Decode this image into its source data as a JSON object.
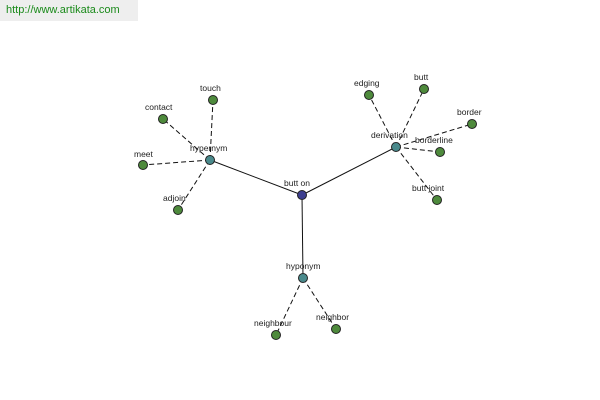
{
  "header": {
    "source_url": "http://www.artikata.com"
  },
  "colors": {
    "root_node": "#3d3f8f",
    "relation_node": "#4a8a8c",
    "leaf_node": "#4e8a3c",
    "edge": "#111111",
    "link_text": "#1a8a1a"
  },
  "graph": {
    "root": {
      "id": "root",
      "label": "butt on"
    },
    "relations": [
      {
        "id": "rel-hypernym",
        "label": "hypernym"
      },
      {
        "id": "rel-derivation",
        "label": "derivation"
      },
      {
        "id": "rel-hyponym",
        "label": "hyponym"
      }
    ],
    "leaves": [
      {
        "id": "leaf-touch",
        "label": "touch",
        "relation": "rel-hypernym"
      },
      {
        "id": "leaf-contact",
        "label": "contact",
        "relation": "rel-hypernym"
      },
      {
        "id": "leaf-meet",
        "label": "meet",
        "relation": "rel-hypernym"
      },
      {
        "id": "leaf-adjoin",
        "label": "adjoin",
        "relation": "rel-hypernym"
      },
      {
        "id": "leaf-edging",
        "label": "edging",
        "relation": "rel-derivation"
      },
      {
        "id": "leaf-butt",
        "label": "butt",
        "relation": "rel-derivation"
      },
      {
        "id": "leaf-border",
        "label": "border",
        "relation": "rel-derivation"
      },
      {
        "id": "leaf-borderline",
        "label": "borderline",
        "relation": "rel-derivation"
      },
      {
        "id": "leaf-butt-joint",
        "label": "butt joint",
        "relation": "rel-derivation"
      },
      {
        "id": "leaf-neighbour",
        "label": "neighbour",
        "relation": "rel-hyponym"
      },
      {
        "id": "leaf-neighbor",
        "label": "neighbor",
        "relation": "rel-hyponym"
      }
    ]
  }
}
